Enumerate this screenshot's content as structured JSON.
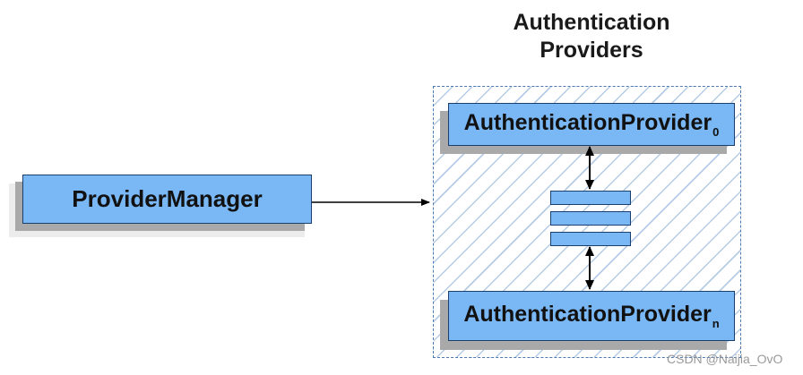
{
  "title": {
    "line1": "Authentication",
    "line2": "Providers"
  },
  "provider_manager": {
    "label": "ProviderManager"
  },
  "provider_first": {
    "label": "AuthenticationProvider",
    "subscript": "0"
  },
  "provider_last": {
    "label": "AuthenticationProvider",
    "subscript": "n"
  },
  "watermark": "CSDN @Naijia_OvO",
  "colors": {
    "box_fill": "#79b7f5",
    "box_border": "#1a3e6e",
    "container_border": "#4e79b0",
    "hatch": "#b6cce6"
  }
}
